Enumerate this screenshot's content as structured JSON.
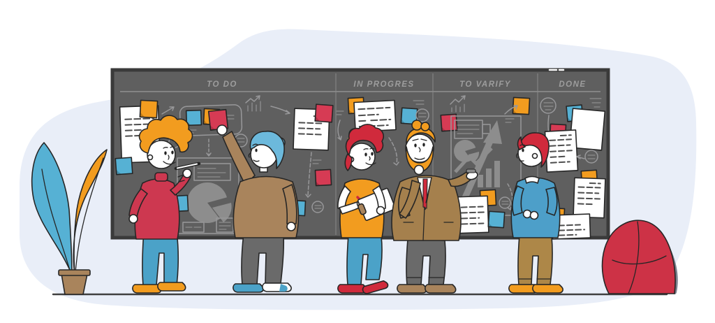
{
  "scene": {
    "board": {
      "columns": [
        {
          "label": "TO DO"
        },
        {
          "label": "IN PROGRES"
        },
        {
          "label": "TO VARIFY"
        },
        {
          "label": "DONE"
        }
      ]
    },
    "palette": {
      "background_blob": "#E9EEF8",
      "board_fill": "#5F5F5F",
      "board_border": "#3A3A3A",
      "board_grid_line": "#7B7B7B",
      "label_text": "#9D9D9D",
      "sketch_stroke": "#98989A",
      "sketch_fill": "#8D8D8D",
      "sticky_orange": "#F29C1F",
      "sticky_red": "#D63B54",
      "sticky_blue": "#56B1D4",
      "paper_white": "#FFFFFF",
      "outline_black": "#262626",
      "hair_crimson": "#D02A3C",
      "hair_blue": "#6CB9DC",
      "sweater_red": "#CD3850",
      "sweater_brown": "#A9845C",
      "jacket_brown": "#A5804D",
      "shirt_blue": "#4D9FC9",
      "jeans_blue": "#4BA2C8",
      "pants_gray": "#6A6A6A",
      "pants_khaki": "#AD8748",
      "pot_brown": "#A9845C",
      "beanbag_red": "#CD3246",
      "floor_line": "#3F3F3F"
    }
  }
}
